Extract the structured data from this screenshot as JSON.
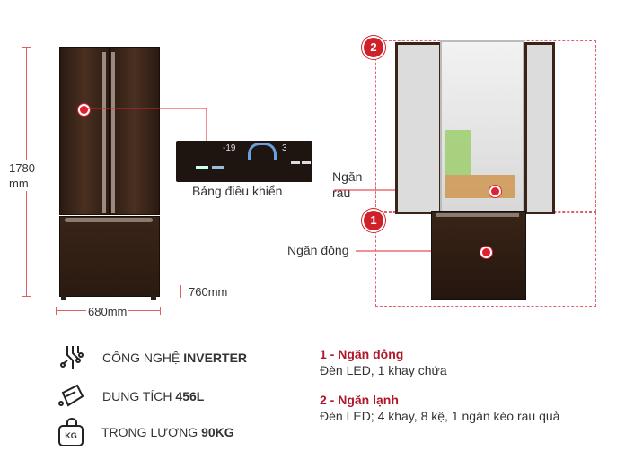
{
  "dimensions": {
    "height": "1780",
    "height_unit": "mm",
    "width": "680mm",
    "depth": "760mm"
  },
  "labels": {
    "control_panel": "Bảng điều khiển",
    "vegetable_drawer_1": "Ngăn",
    "vegetable_drawer_2": "rau",
    "freezer": "Ngăn đông"
  },
  "control_panel_display": {
    "temp": "-19",
    "level": "3"
  },
  "badges": {
    "fridge": "2",
    "freezer": "1"
  },
  "specs": [
    {
      "label": "CÔNG NGHỆ ",
      "value": "INVERTER",
      "icon": "circuit-icon"
    },
    {
      "label": "DUNG TÍCH ",
      "value": "456L",
      "icon": "capacity-icon"
    },
    {
      "label": "TRỌNG LƯỢNG ",
      "value": "90KG",
      "icon": "weight-icon",
      "icon_text": "KG"
    }
  ],
  "compartments": [
    {
      "title": "1 - Ngăn đông",
      "desc": "Đèn LED, 1 khay chứa"
    },
    {
      "title": "2 - Ngăn lạnh",
      "desc": "Đèn LED; 4 khay, 8 kệ, 1 ngăn kéo rau quả"
    }
  ],
  "colors": {
    "accent": "#d0202a",
    "fridge": "#3a2418"
  }
}
